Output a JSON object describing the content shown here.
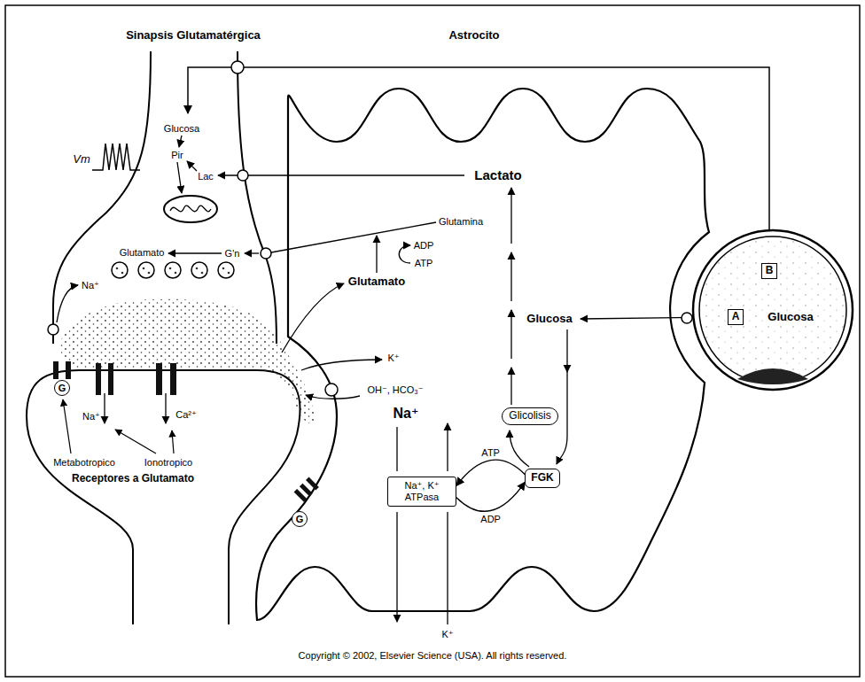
{
  "diagram": {
    "caption": "Copyright © 2002, Elsevier Science (USA). All rights reserved.",
    "nodes": [
      {
        "text": [
          "G"
        ]
      },
      {
        "text": [
          "G"
        ]
      },
      {
        "text": [
          "Glicolisis"
        ]
      },
      {
        "text": [
          "Na⁺, K⁺ ATPasa"
        ]
      },
      {
        "text": [
          "FGK"
        ]
      },
      {
        "text": [
          "Glucosa"
        ]
      },
      {
        "text": [
          "B"
        ],
        "in": 5
      },
      {
        "text": [
          "A"
        ],
        "in": 5
      }
    ],
    "edges": [
      {
        "from": 4,
        "to": 3,
        "label": "ATP",
        "arrow": "to"
      },
      {
        "from": 3,
        "to": 4,
        "label": "ADP",
        "arrow": "to"
      }
    ],
    "labels": [
      "Sinapsis Glutamatérgica",
      "Astrocito",
      "Vm",
      "Glucosa",
      "Pir",
      "Lac",
      "Glutamato",
      "G'n",
      "Na⁺",
      "Lactato",
      "Glutamina",
      "ADP",
      "ATP",
      "Glutamato",
      "Glucosa",
      "K⁺",
      "OH⁻, HCO₃⁻",
      "Na⁺",
      "Na⁺",
      "Ca²⁺",
      "Metabotropico",
      "Ionotropico",
      "Receptores a Glutamato",
      "K⁺"
    ]
  }
}
